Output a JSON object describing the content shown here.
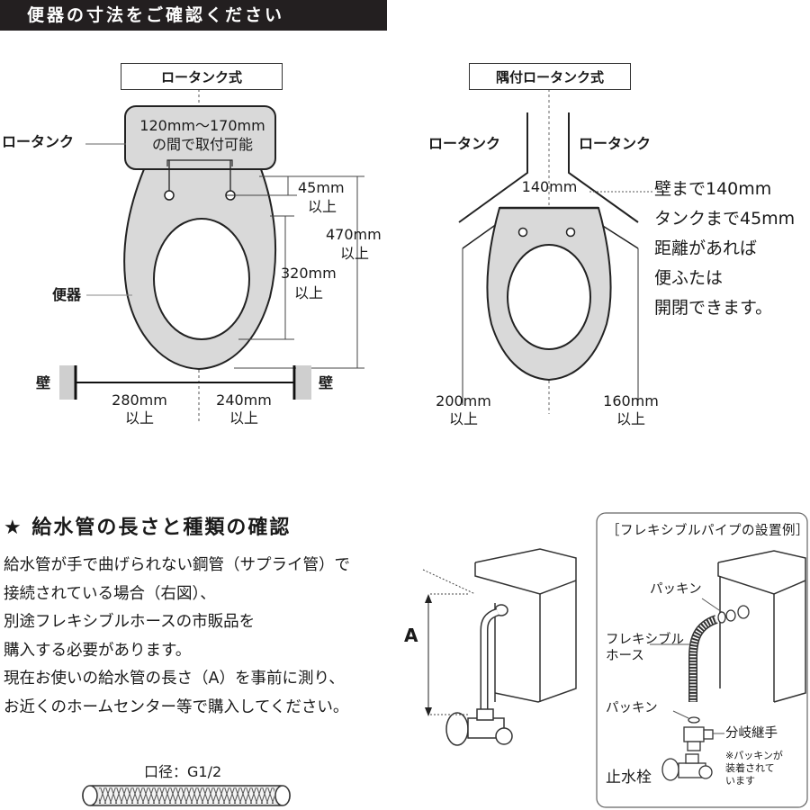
{
  "banner": {
    "title": "便器の寸法をご確認ください"
  },
  "left_diagram": {
    "label": "ロータンク式",
    "tank_label": "ロータンク",
    "tank_note_line1": "120mm〜170mm",
    "tank_note_line2": "の間で取付可能",
    "toilet_label": "便器",
    "dim_45": "45mm",
    "dim_45_sub": "以上",
    "dim_470": "470mm",
    "dim_470_sub": "以上",
    "dim_320": "320mm",
    "dim_320_sub": "以上",
    "wall_left": "壁",
    "wall_right": "壁",
    "dim_280": "280mm",
    "dim_280_sub": "以上",
    "dim_240": "240mm",
    "dim_240_sub": "以上"
  },
  "right_diagram": {
    "label": "隅付ロータンク式",
    "tank_left": "ロータンク",
    "tank_right": "ロータンク",
    "dim_140": "140mm",
    "note_lines": [
      "壁まで140mm",
      "タンクまで45mm",
      "距離があれば",
      "便ふたは",
      "開閉できます。"
    ],
    "dim_200": "200mm",
    "dim_200_sub": "以上",
    "dim_160": "160mm",
    "dim_160_sub": "以上"
  },
  "supply": {
    "heading": "★ 給水管の長さと種類の確認",
    "lines": [
      "給水管が手で曲げられない鋼管（サプライ管）で",
      "接続されている場合（右図）、",
      "別途フレキシブルホースの市販品を",
      "購入する必要があります。",
      "現在お使いの給水管の長さ（A）を事前に測り、",
      "お近くのホームセンター等で購入してください。"
    ],
    "dim_a": "A",
    "hose_caption": "口径：G1/2"
  },
  "flex_example": {
    "title": "［フレキシブルパイプの設置例］",
    "packing_top": "パッキン",
    "flex_hose_line1": "フレキシブル",
    "flex_hose_line2": "ホース",
    "packing_mid": "パッキン",
    "branch": "分岐継手",
    "note_lines": [
      "※パッキンが",
      "装着されて",
      "います"
    ],
    "stop_valve": "止水栓"
  }
}
